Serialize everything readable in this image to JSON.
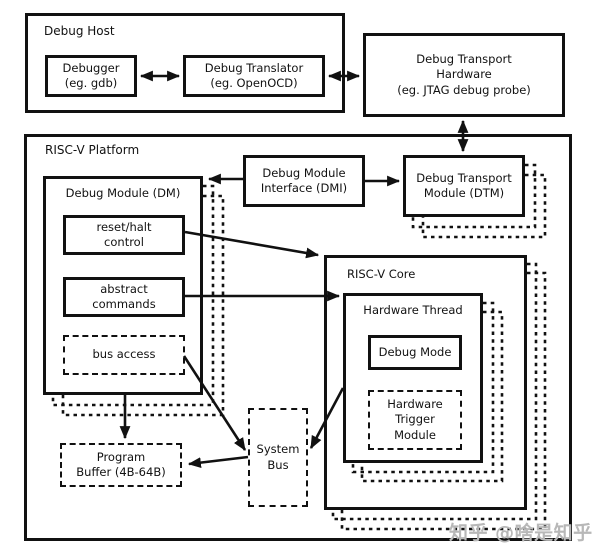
{
  "labels": {
    "debug_host": "Debug Host",
    "debugger": "Debugger\n(eg. gdb)",
    "debug_translator": "Debug Translator\n(eg. OpenOCD)",
    "debug_transport_hardware": "Debug Transport\nHardware\n(eg. JTAG debug probe)",
    "platform": "RISC-V Platform",
    "dmi": "Debug Module\nInterface (DMI)",
    "dtm": "Debug Transport\nModule (DTM)",
    "dm": "Debug Module (DM)",
    "reset_halt": "reset/halt\ncontrol",
    "abstract_commands": "abstract\ncommands",
    "bus_access": "bus access",
    "core": "RISC-V Core",
    "hardware_thread": "Hardware Thread",
    "debug_mode": "Debug Mode",
    "hardware_trigger": "Hardware\nTrigger\nModule",
    "program_buffer": "Program\nBuffer (4B-64B)",
    "system_bus": "System\nBus"
  },
  "watermark": "知乎 @啥是知乎",
  "colors": {
    "line": "#111111",
    "background": "#ffffff",
    "watermark": "#b8b8b8"
  },
  "edges": [
    {
      "from": "Debugger",
      "to": "Debug Translator",
      "bidirectional": true
    },
    {
      "from": "Debug Translator",
      "to": "Debug Transport Hardware",
      "bidirectional": true
    },
    {
      "from": "Debug Transport Hardware",
      "to": "Debug Transport Module (DTM)",
      "bidirectional": true
    },
    {
      "from": "Debug Module Interface (DMI)",
      "to": "Debug Module (DM)",
      "bidirectional": false
    },
    {
      "from": "Debug Module Interface (DMI)",
      "to": "Debug Transport Module (DTM)",
      "bidirectional": false
    },
    {
      "from": "reset/halt control",
      "to": "RISC-V Core",
      "bidirectional": false
    },
    {
      "from": "abstract commands",
      "to": "Hardware Thread",
      "bidirectional": false
    },
    {
      "from": "bus access",
      "to": "System Bus",
      "bidirectional": false
    },
    {
      "from": "Hardware Thread",
      "to": "System Bus",
      "bidirectional": false
    },
    {
      "from": "System Bus",
      "to": "Program Buffer",
      "bidirectional": false
    },
    {
      "from": "Debug Module (DM)",
      "to": "Program Buffer",
      "bidirectional": false
    }
  ]
}
